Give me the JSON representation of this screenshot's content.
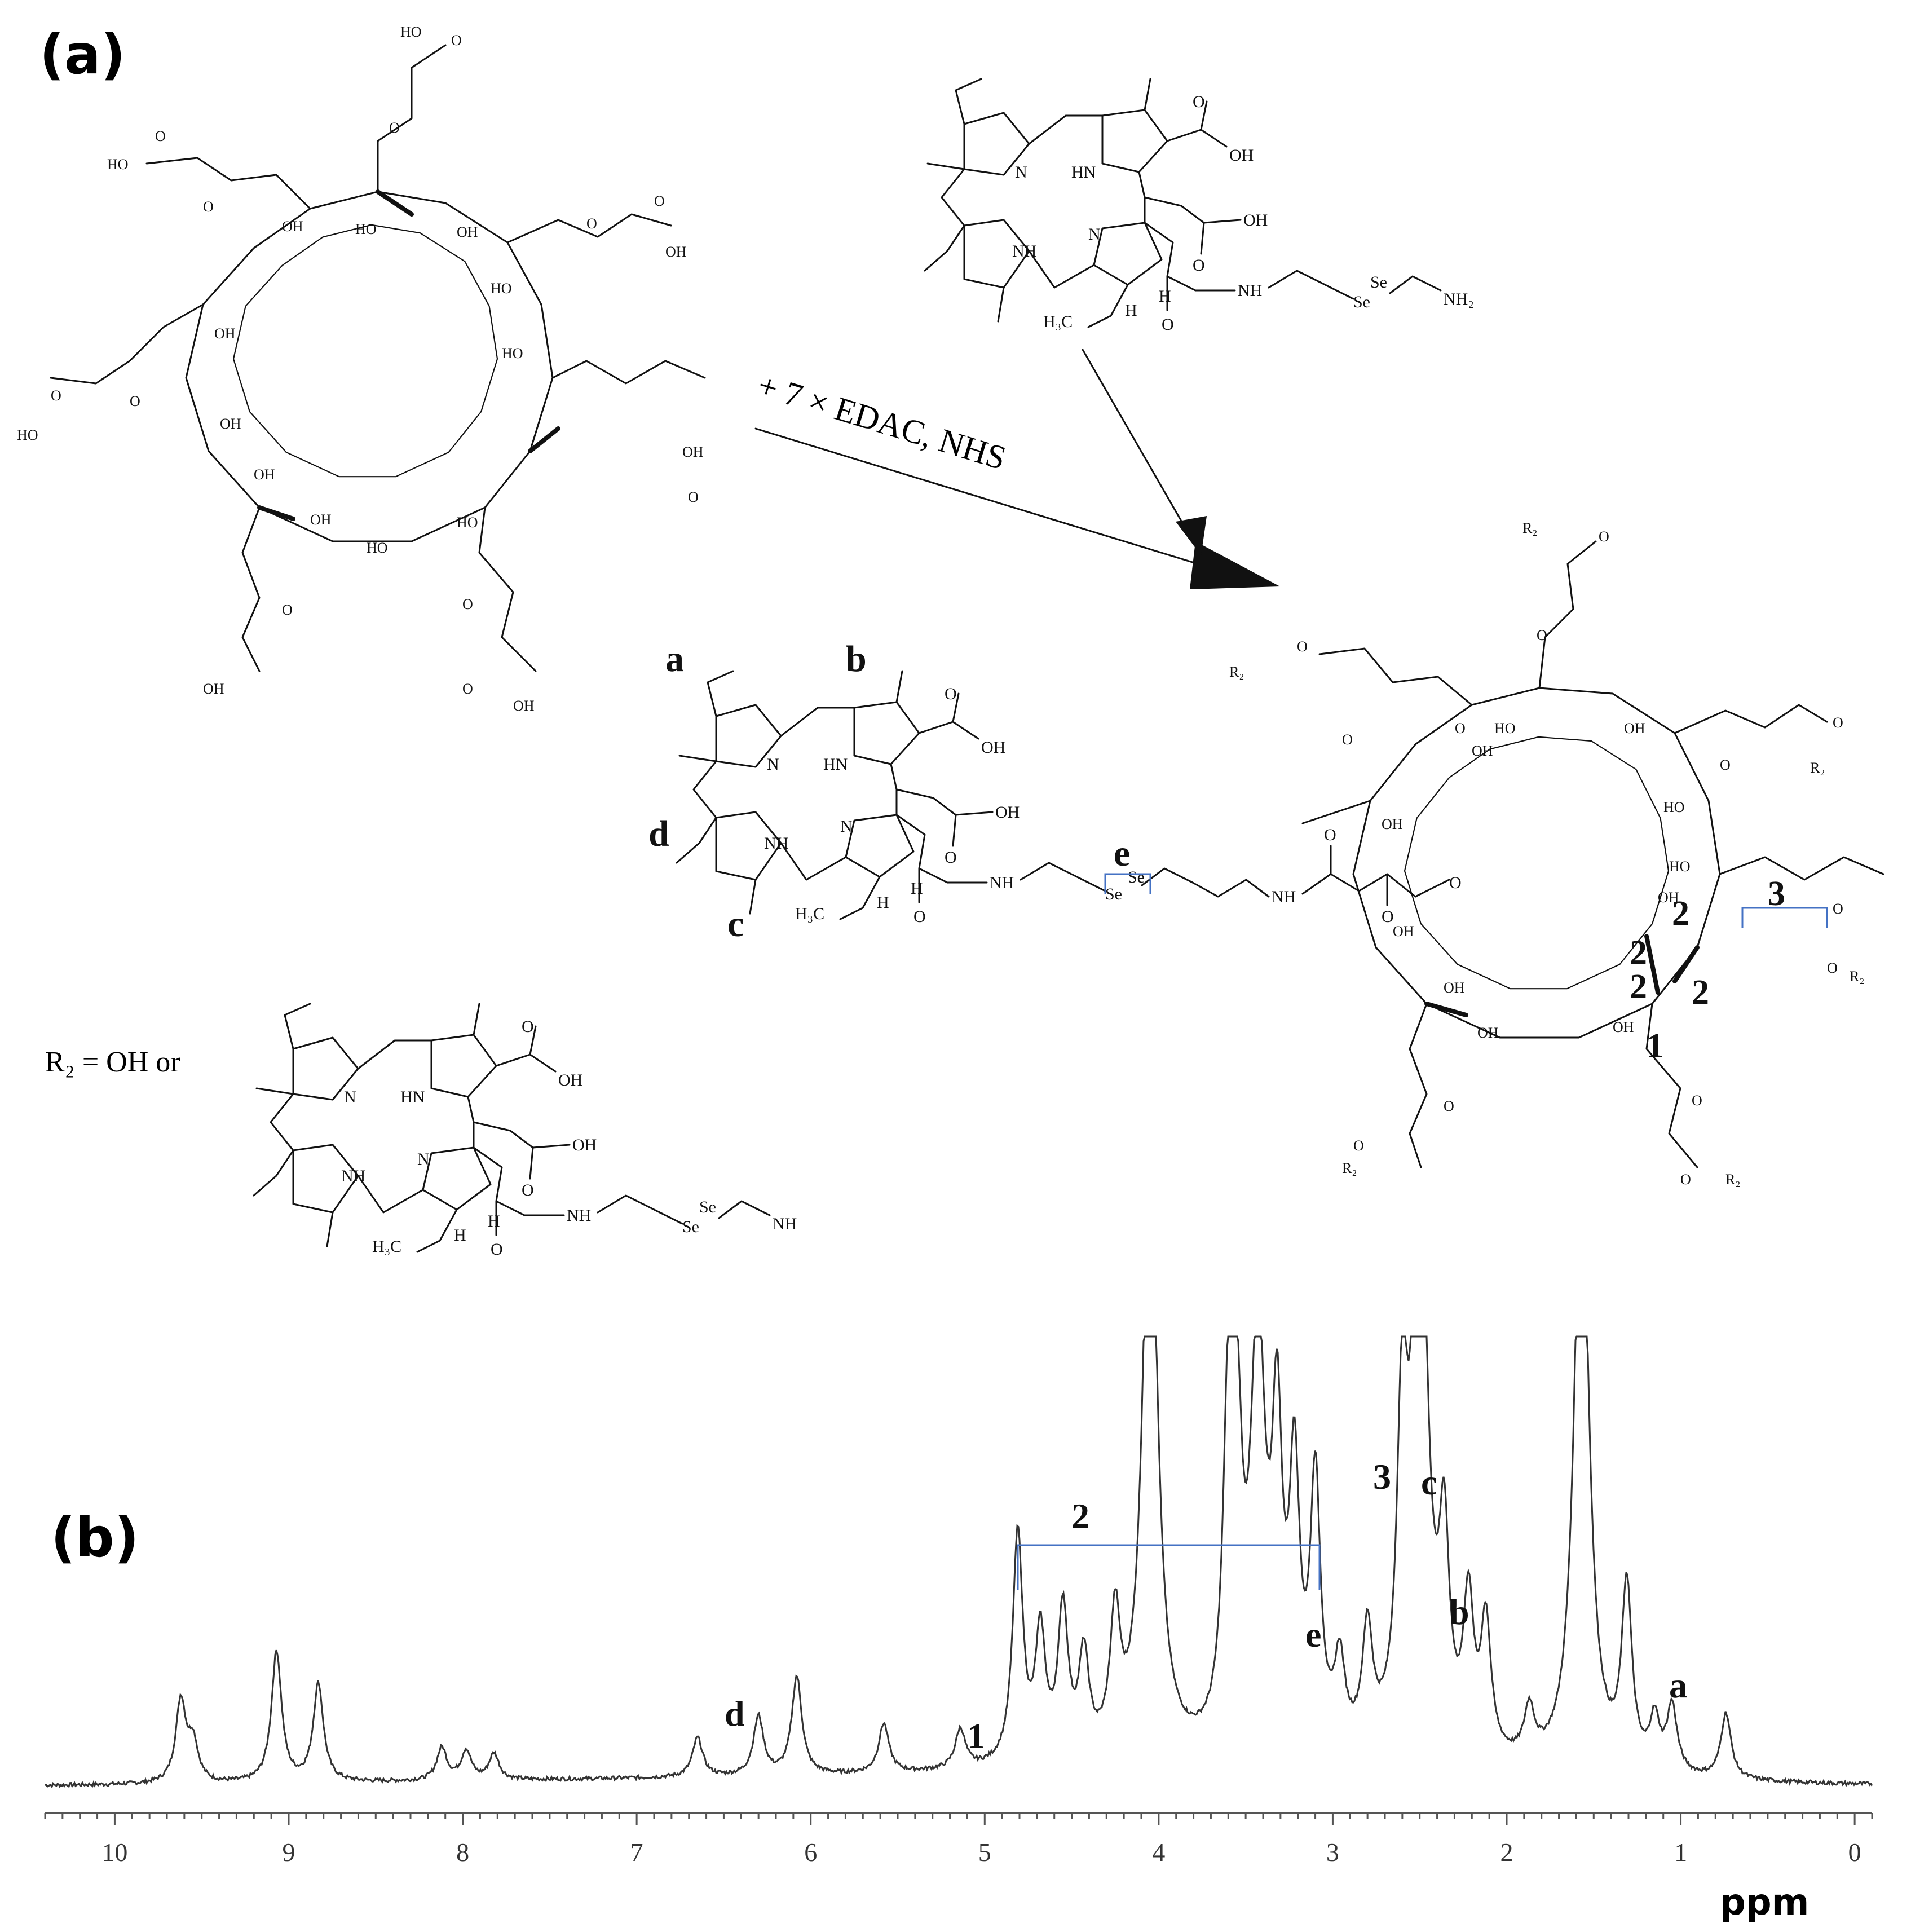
{
  "panels": {
    "a": "(a)",
    "b": "(b)"
  },
  "reaction": {
    "reagent": "+ 7 × EDAC, NHS"
  },
  "r2_definition": "R₂ = OH or",
  "atom_labels": {
    "OH": "OH",
    "HO": "HO",
    "O": "O",
    "N": "N",
    "NH": "NH",
    "HN": "HN",
    "H": "H",
    "H3C": "H₃C",
    "Se": "Se",
    "NH2": "NH₂",
    "R2": "R₂"
  },
  "proton_labels": {
    "a": "a",
    "b": "b",
    "c": "c",
    "d": "d",
    "e": "e",
    "one": "1",
    "two": "2",
    "three": "3"
  },
  "spectrum": {
    "x_label": "ppm",
    "x_range": [
      10.4,
      -0.1
    ],
    "ticks": [
      10,
      9,
      8,
      7,
      6,
      5,
      4,
      3,
      2,
      1,
      0
    ],
    "peaks": [
      {
        "ppm": 9.62,
        "h": 0.25
      },
      {
        "ppm": 9.55,
        "h": 0.12
      },
      {
        "ppm": 9.07,
        "h": 0.4
      },
      {
        "ppm": 8.83,
        "h": 0.3
      },
      {
        "ppm": 8.12,
        "h": 0.1
      },
      {
        "ppm": 7.98,
        "h": 0.09
      },
      {
        "ppm": 7.82,
        "h": 0.08
      },
      {
        "ppm": 6.65,
        "h": 0.12
      },
      {
        "ppm": 6.3,
        "h": 0.18
      },
      {
        "ppm": 6.08,
        "h": 0.3
      },
      {
        "ppm": 5.58,
        "h": 0.15
      },
      {
        "ppm": 5.14,
        "h": 0.12
      },
      {
        "ppm": 4.81,
        "h": 0.7
      },
      {
        "ppm": 4.68,
        "h": 0.38
      },
      {
        "ppm": 4.55,
        "h": 0.45
      },
      {
        "ppm": 4.43,
        "h": 0.3
      },
      {
        "ppm": 4.25,
        "h": 0.4
      },
      {
        "ppm": 4.05,
        "h": 1.95
      },
      {
        "ppm": 3.6,
        "h": 0.95
      },
      {
        "ppm": 3.55,
        "h": 0.8
      },
      {
        "ppm": 3.43,
        "h": 1.25
      },
      {
        "ppm": 3.32,
        "h": 0.9
      },
      {
        "ppm": 3.22,
        "h": 0.8
      },
      {
        "ppm": 3.1,
        "h": 0.8
      },
      {
        "ppm": 2.96,
        "h": 0.25
      },
      {
        "ppm": 2.8,
        "h": 0.35
      },
      {
        "ppm": 2.6,
        "h": 0.95
      },
      {
        "ppm": 2.5,
        "h": 1.95
      },
      {
        "ppm": 2.36,
        "h": 0.6
      },
      {
        "ppm": 2.22,
        "h": 0.45
      },
      {
        "ppm": 2.12,
        "h": 0.4
      },
      {
        "ppm": 1.87,
        "h": 0.15
      },
      {
        "ppm": 1.57,
        "h": 1.95
      },
      {
        "ppm": 1.31,
        "h": 0.55
      },
      {
        "ppm": 1.15,
        "h": 0.15
      },
      {
        "ppm": 1.05,
        "h": 0.2
      },
      {
        "ppm": 0.74,
        "h": 0.2
      }
    ]
  }
}
